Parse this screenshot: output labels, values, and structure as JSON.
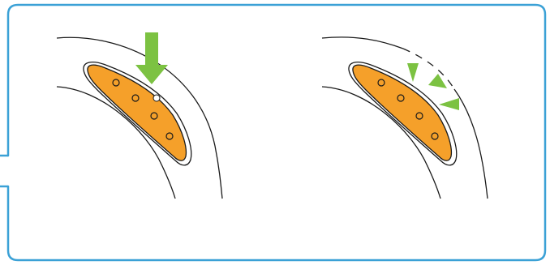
{
  "colors": {
    "frame": "#3ba1d6",
    "slot_fill": "#f5a02a",
    "slot_outline": "#1a1a1a",
    "arrow": "#7cc242",
    "line": "#1a1a1a",
    "background": "#ffffff"
  },
  "panels": [
    {
      "id": "before",
      "indicator": "down-arrow-icon",
      "hole_count": 4,
      "outer_edge": "solid"
    },
    {
      "id": "after",
      "indicator": "click-marks-icon",
      "hole_count": 4,
      "outer_edge": "dashed"
    }
  ]
}
